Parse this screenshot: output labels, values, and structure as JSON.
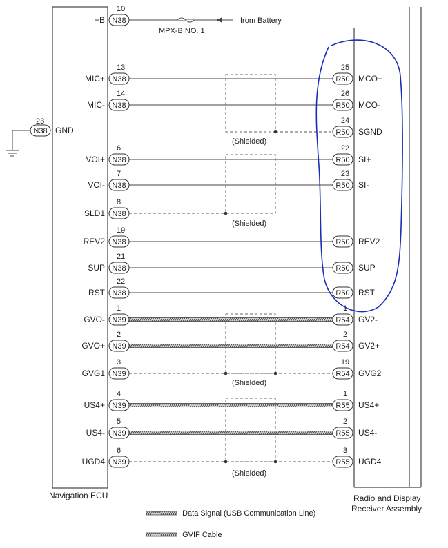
{
  "ecu": {
    "name": "Navigation ECU",
    "gnd": {
      "pin": "23",
      "conn": "N38",
      "label": "GND"
    }
  },
  "receiver": {
    "name_line1": "Radio and Display",
    "name_line2": "Receiver Assembly"
  },
  "battery": {
    "pin": "10",
    "conn": "N38",
    "label": "+B",
    "fuse": "MPX-B NO. 1",
    "source": "from Battery"
  },
  "left_pins": [
    {
      "label": "MIC+",
      "pin": "13",
      "conn": "N38"
    },
    {
      "label": "MIC-",
      "pin": "14",
      "conn": "N38"
    },
    {
      "label": "VOI+",
      "pin": "6",
      "conn": "N38"
    },
    {
      "label": "VOI-",
      "pin": "7",
      "conn": "N38"
    },
    {
      "label": "SLD1",
      "pin": "8",
      "conn": "N38"
    },
    {
      "label": "REV2",
      "pin": "19",
      "conn": "N38"
    },
    {
      "label": "SUP",
      "pin": "21",
      "conn": "N38"
    },
    {
      "label": "RST",
      "pin": "22",
      "conn": "N38"
    },
    {
      "label": "GVO-",
      "pin": "1",
      "conn": "N39"
    },
    {
      "label": "GVO+",
      "pin": "2",
      "conn": "N39"
    },
    {
      "label": "GVG1",
      "pin": "3",
      "conn": "N39"
    },
    {
      "label": "US4+",
      "pin": "4",
      "conn": "N39"
    },
    {
      "label": "US4-",
      "pin": "5",
      "conn": "N39"
    },
    {
      "label": "UGD4",
      "pin": "6",
      "conn": "N39"
    }
  ],
  "right_pins": [
    {
      "label": "MCO+",
      "pin": "25",
      "conn": "R50"
    },
    {
      "label": "MCO-",
      "pin": "26",
      "conn": "R50"
    },
    {
      "label": "SGND",
      "pin": "24",
      "conn": "R50"
    },
    {
      "label": "SI+",
      "pin": "22",
      "conn": "R50"
    },
    {
      "label": "SI-",
      "pin": "23",
      "conn": "R50"
    },
    {
      "label": "REV2",
      "pin": "",
      "conn": "R50"
    },
    {
      "label": "SUP",
      "pin": "",
      "conn": "R50"
    },
    {
      "label": "RST",
      "pin": "",
      "conn": "R50"
    },
    {
      "label": "GV2-",
      "pin": "1",
      "conn": "R54"
    },
    {
      "label": "GV2+",
      "pin": "2",
      "conn": "R54"
    },
    {
      "label": "GVG2",
      "pin": "19",
      "conn": "R54"
    },
    {
      "label": "US4+",
      "pin": "1",
      "conn": "R55"
    },
    {
      "label": "US4-",
      "pin": "2",
      "conn": "R55"
    },
    {
      "label": "UGD4",
      "pin": "3",
      "conn": "R55"
    }
  ],
  "shield_label": "(Shielded)",
  "legend": {
    "data_signal": ": Data Signal (USB Communication Line)",
    "gvif": ": GVIF Cable"
  },
  "colors": {
    "line": "#555555",
    "annotation": "#1a2fb5"
  }
}
